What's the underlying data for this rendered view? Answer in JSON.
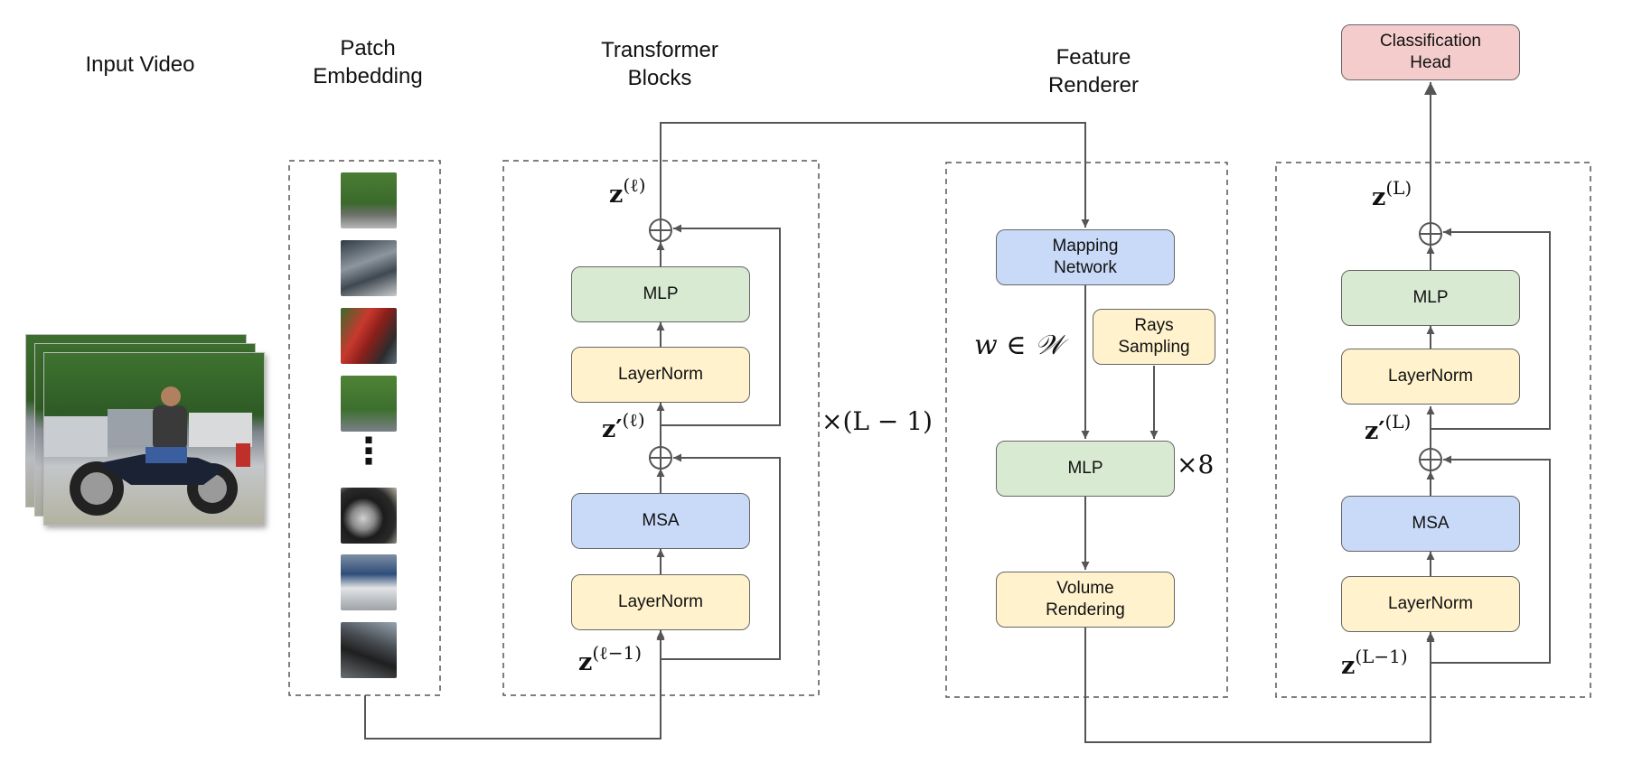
{
  "headers": {
    "input_video": "Input Video",
    "patch_embedding": "Patch\nEmbedding",
    "transformer_blocks": "Transformer\nBlocks",
    "feature_renderer": "Feature\nRenderer"
  },
  "blocks": {
    "classification_head": "Classification\nHead",
    "mlp": "MLP",
    "layernorm": "LayerNorm",
    "msa": "MSA",
    "mapping_network": "Mapping\nNetwork",
    "rays_sampling": "Rays\nSampling",
    "volume_rendering": "Volume\nRendering"
  },
  "math": {
    "z": "z",
    "z_prime": "z′",
    "sup_l": "(ℓ)",
    "sup_l_minus_1": "(ℓ−1)",
    "sup_L": "(L)",
    "sup_L_minus_1": "(L−1)",
    "repeat_L_minus_1": "×(L − 1)",
    "repeat_8": "×8",
    "w_in_W": "w ∈ 𝒲",
    "vertical_dots": "⋮"
  },
  "colors": {
    "mlp": "#d9ead3",
    "layernorm": "#fff2cc",
    "msa": "#c9daf8",
    "classification_head": "#f4cccc",
    "lines": "#555555",
    "dashed_border": "#555555"
  }
}
